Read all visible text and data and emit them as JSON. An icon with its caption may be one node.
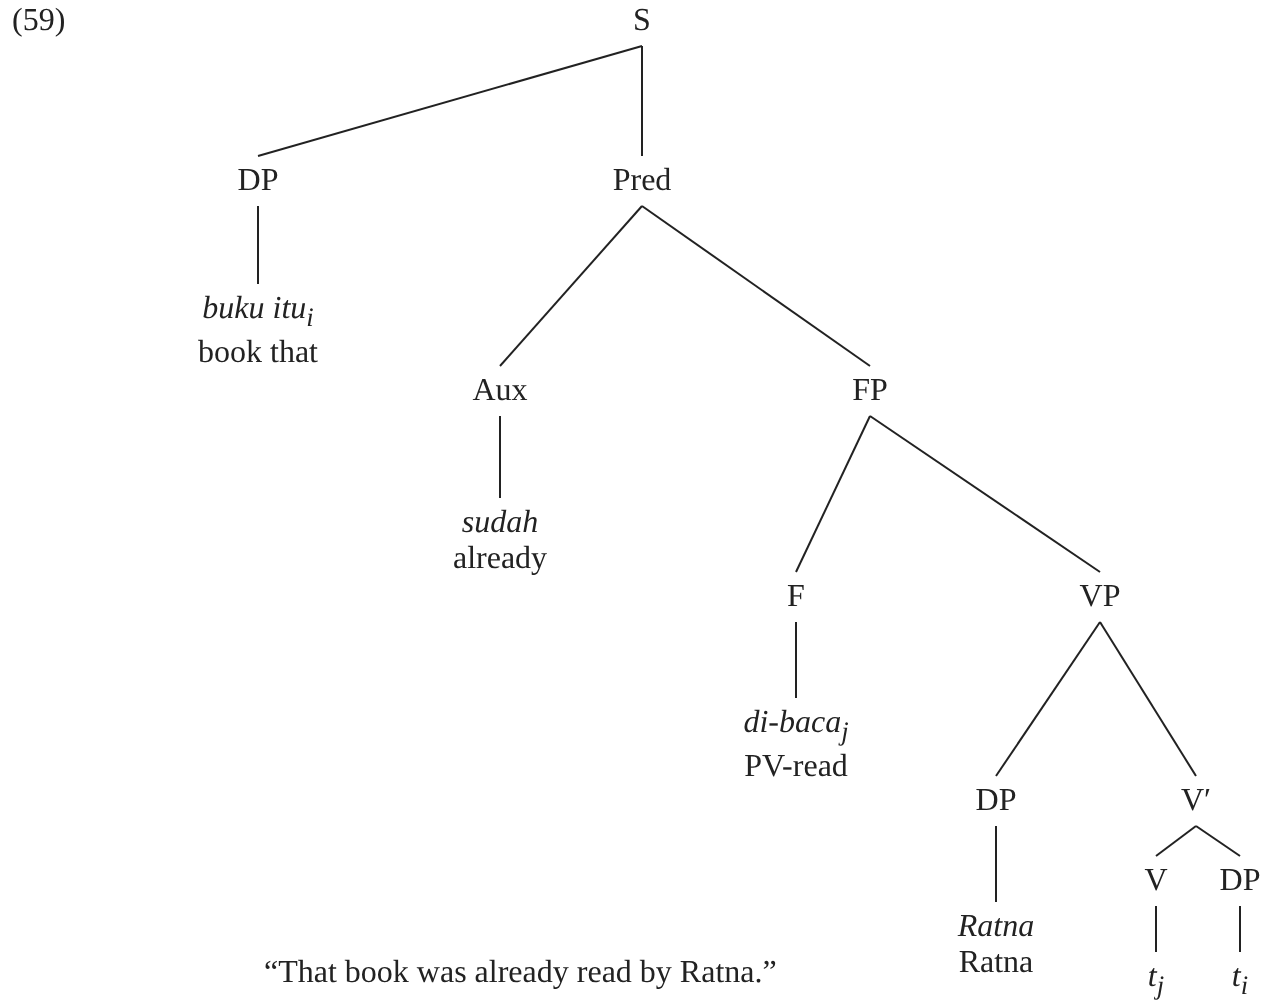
{
  "diagram": {
    "nodes": [
      {
        "text": [
          "S"
        ]
      },
      {
        "text": [
          "DP"
        ]
      },
      {
        "text": [
          "Pred"
        ]
      },
      {
        "text": [
          "buku itu$_{i}$",
          "book that"
        ]
      },
      {
        "text": [
          "Aux"
        ]
      },
      {
        "text": [
          "FP"
        ]
      },
      {
        "text": [
          "sudah",
          "already"
        ]
      },
      {
        "text": [
          "F"
        ]
      },
      {
        "text": [
          "VP"
        ]
      },
      {
        "text": [
          "di-baca$_{j}$",
          "PV-read"
        ]
      },
      {
        "text": [
          "DP"
        ]
      },
      {
        "text": [
          "V′"
        ]
      },
      {
        "text": [
          "Ratna",
          "Ratna"
        ]
      },
      {
        "text": [
          "V"
        ]
      },
      {
        "text": [
          "DP"
        ]
      },
      {
        "text": [
          "t$_{j}$"
        ]
      },
      {
        "text": [
          "t$_{i}$"
        ]
      }
    ],
    "edges": [
      {
        "from": 0,
        "to": 1,
        "arrow": "none"
      },
      {
        "from": 0,
        "to": 2,
        "arrow": "none"
      },
      {
        "from": 1,
        "to": 3,
        "arrow": "none"
      },
      {
        "from": 2,
        "to": 4,
        "arrow": "none"
      },
      {
        "from": 2,
        "to": 5,
        "arrow": "none"
      },
      {
        "from": 4,
        "to": 6,
        "arrow": "none"
      },
      {
        "from": 5,
        "to": 7,
        "arrow": "none"
      },
      {
        "from": 5,
        "to": 8,
        "arrow": "none"
      },
      {
        "from": 7,
        "to": 9,
        "arrow": "none"
      },
      {
        "from": 8,
        "to": 10,
        "arrow": "none"
      },
      {
        "from": 8,
        "to": 11,
        "arrow": "none"
      },
      {
        "from": 10,
        "to": 12,
        "arrow": "none"
      },
      {
        "from": 11,
        "to": 13,
        "arrow": "none"
      },
      {
        "from": 11,
        "to": 14,
        "arrow": "none"
      },
      {
        "from": 13,
        "to": 15,
        "arrow": "none"
      },
      {
        "from": 14,
        "to": 16,
        "arrow": "none"
      }
    ],
    "labels": [
      "(59)",
      "“That book was already read by Ratna.”"
    ]
  }
}
